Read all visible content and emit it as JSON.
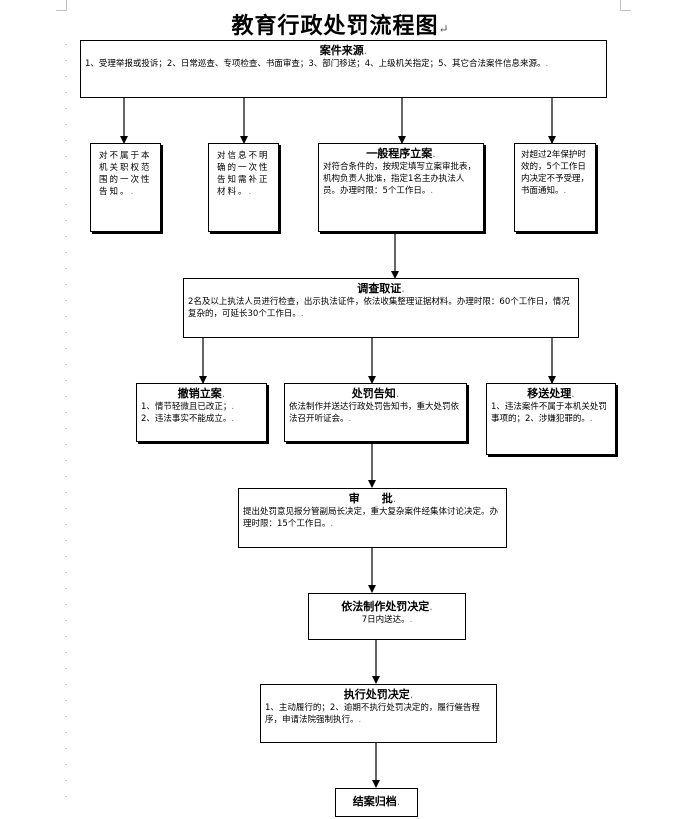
{
  "title": "教育行政处罚流程图",
  "mark": "↵",
  "para_mark": ".",
  "boxes": {
    "source": {
      "title": "案件来源",
      "body": "1、受理举报或投诉；2、日常巡查、专项检查、书面审查；3、部门移送；4、上级机关指定；5、其它合法案件信息来源。"
    },
    "not_jurisdiction": {
      "body": "对不属于本机关职权范围的一次性告知。"
    },
    "incomplete": {
      "body": "对信息不明确的一次性告知需补正材料。"
    },
    "general": {
      "title": "一般程序立案",
      "body": "对符合条件的，按规定填写立案审批表，机构负责人批准，指定1名主办执法人员。办理时限：5个工作日。"
    },
    "expired": {
      "body": "对超过2年保护时效的，5个工作日内决定不予受理，书面通知。"
    },
    "investigation": {
      "title": "调查取证",
      "body": "2名及以上执法人员进行检查，出示执法证件，依法收集整理证据材料。办理时限：60个工作日，情况复杂的，可延长30个工作日。"
    },
    "revoke": {
      "title": "撤销立案",
      "body1": "1、情节轻微且已改正；",
      "body2": "2、违法事实不能成立。"
    },
    "notice": {
      "title": "处罚告知",
      "body": "依法制作并送达行政处罚告知书，重大处罚依法召开听证会。"
    },
    "transfer": {
      "title": "移送处理",
      "body": "1、违法案件不属于本机关处罚事项的；2、涉嫌犯罪的。"
    },
    "approval": {
      "title": "审　　批",
      "body": "提出处罚意见报分管副局长决定，重大复杂案件经集体讨论决定。办理时限：15个工作日。"
    },
    "decision": {
      "title": "依法制作处罚决定",
      "body": "7日内送达。"
    },
    "execute": {
      "title": "执行处罚决定",
      "body": "1、主动履行的；2、逾期不执行处罚决定的，履行催告程序，申请法院强制执行。"
    },
    "close": {
      "title": "结案归档"
    }
  }
}
